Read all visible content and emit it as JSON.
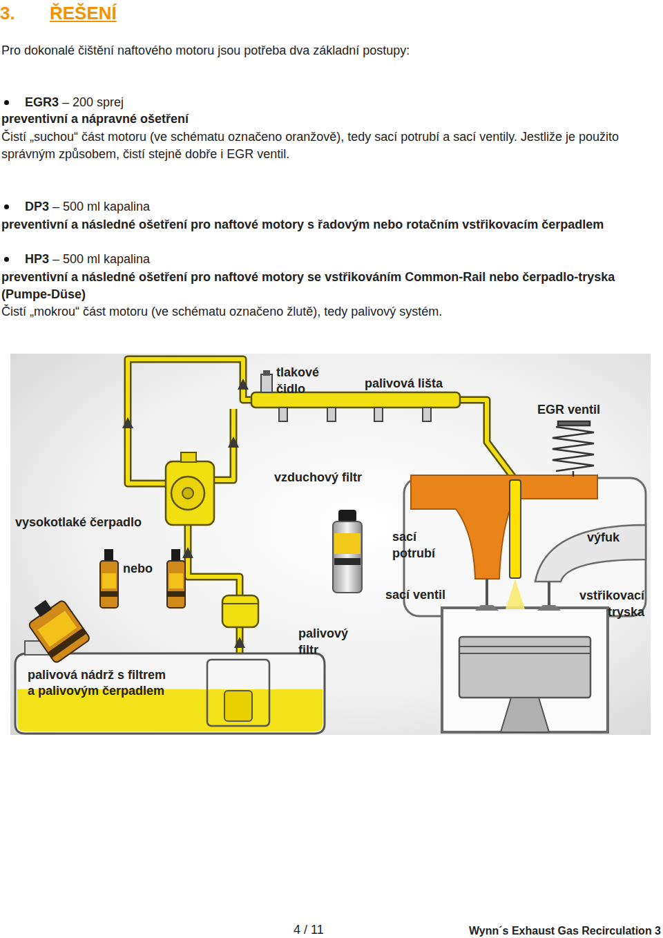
{
  "diagram": {
    "title": "ŘEŠENÍ",
    "labels": [
      "3.",
      "Pro dokonalé čištění naftového motoru jsou potřeba dva základní postupy:",
      "EGR3",
      "– 200 sprej",
      "preventivní a nápravné ošetření",
      "Čistí „suchou“ část motoru (ve schématu označeno oranžově), tedy sací potrubí a sací ventily. Jestliže je použito správným způsobem, čistí stejně dobře i EGR ventil.",
      "DP3",
      "– 500 ml kapalina",
      "preventivní a následné ošetření pro naftové motory s řadovým nebo rotačním vstřikovacím čerpadlem",
      "HP3",
      "– 500 ml kapalina",
      "preventivní a následné ošetření pro naftové motory se vstřikováním Common-Rail nebo čerpadlo-tryska (Pumpe-Düse)",
      "Čistí „mokrou“ část motoru (ve schématu označeno žlutě), tedy palivový systém.",
      "tlakové čidlo",
      "palivová lišta",
      "EGR ventil",
      "vzduchový filtr",
      "vysokotlaké čerpadlo",
      "nebo",
      "sací potrubí",
      "výfuk",
      "sací ventil",
      "vstřikovací tryska",
      "palivový filtr",
      "palivová nádrž s filtrem a palivovým čerpadlem",
      "4 / 11",
      "Wynn´s Exhaust Gas Recirculation 3"
    ]
  }
}
